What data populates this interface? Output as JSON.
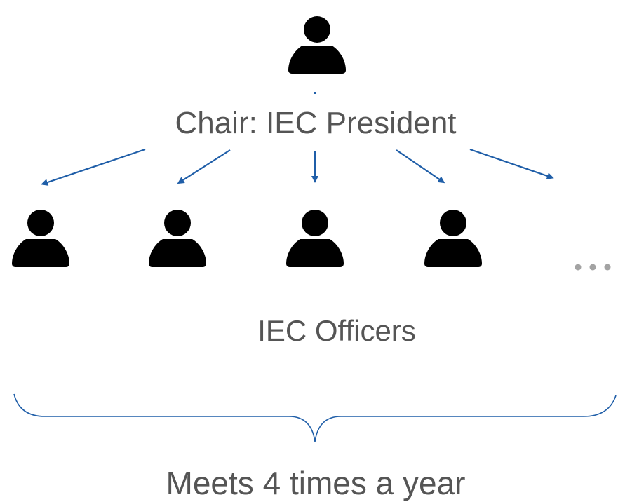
{
  "chair": {
    "label": "Chair: IEC President",
    "icon": "person-icon"
  },
  "officers": {
    "label": "IEC Officers",
    "icon": "person-icon",
    "count_shown": 4,
    "more_indicator": "..."
  },
  "meeting": {
    "label": "Meets 4 times a year"
  },
  "colors": {
    "icon_gray": "#a3a3a3",
    "arrow_blue": "#1f5ea8",
    "text_gray": "#555555",
    "background": "#ffffff"
  }
}
